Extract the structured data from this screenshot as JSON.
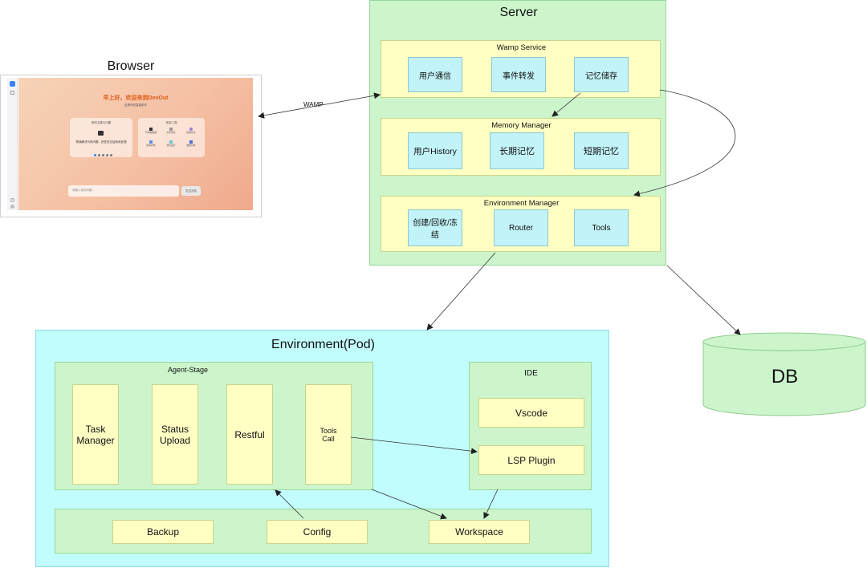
{
  "browser": {
    "title": "Browser",
    "greeting": "早上好，欢迎来到DevOut",
    "subtitle": "这是你的智能助手",
    "card_left_title": "常用主题与问题",
    "card_left_text": "帮我解决代码问题，把任务交给我来处理",
    "card_right_title": "常用工具",
    "tools": [
      "代码编辑器",
      "文件浏览",
      "终端命令",
      "版本控制",
      "测试运行",
      "数据分析"
    ],
    "input_placeholder": "请输入你的问题……",
    "send_label": "发送消息"
  },
  "edge_labels": {
    "wamp": "WAMP"
  },
  "server": {
    "title": "Server",
    "wamp_service": {
      "title": "Wamp Service",
      "items": [
        "用户通信",
        "事件转发",
        "记忆储存"
      ]
    },
    "memory_manager": {
      "title": "Memory Manager",
      "items": [
        "用户History",
        "长期记忆",
        "短期记忆"
      ]
    },
    "environment_manager": {
      "title": "Environment Manager",
      "items": [
        "创建/回收/冻结",
        "Router",
        "Tools"
      ]
    }
  },
  "db": {
    "label": "DB"
  },
  "environment": {
    "title": "Environment(Pod)",
    "agent_stage": {
      "title": "Agent-Stage",
      "items": [
        "Task Manager",
        "Status Upload",
        "Restful",
        "Tools Call"
      ]
    },
    "ide": {
      "title": "IDE",
      "items": [
        "Vscode",
        "LSP Plugin"
      ]
    },
    "storage": {
      "items": [
        "Backup",
        "Config",
        "Workspace"
      ]
    }
  },
  "colors": {
    "server_bg": "#ccf5cc",
    "environment_bg": "#c2fdfd",
    "section_bg": "#ffffc4",
    "item_bg": "#c2f3f8",
    "db_bg": "#ccf5cc"
  }
}
